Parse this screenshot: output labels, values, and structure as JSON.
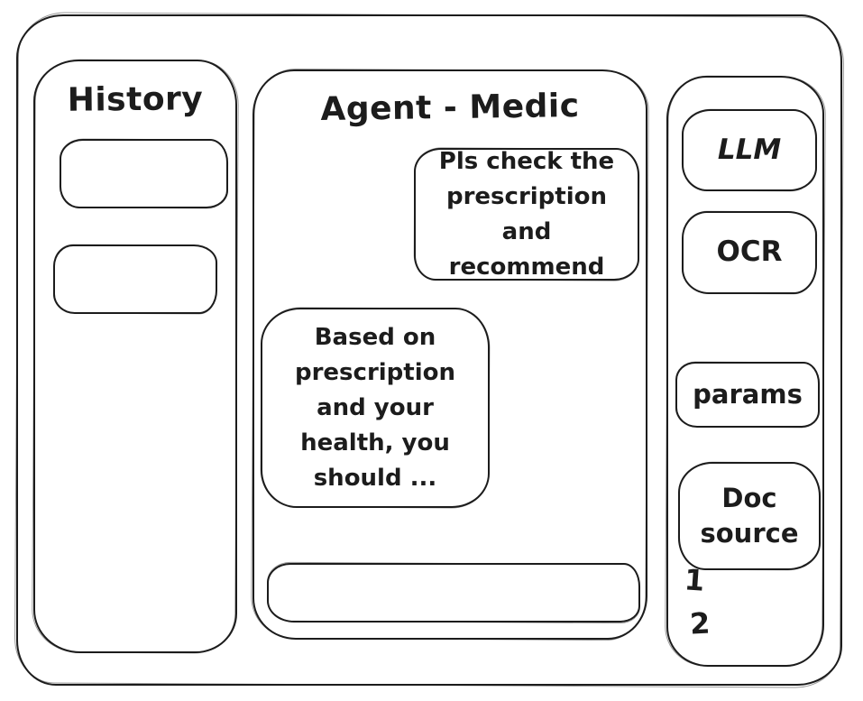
{
  "colors": {
    "ink": "#1c1c1c",
    "background": "#ffffff"
  },
  "history_panel": {
    "title": "History",
    "items": [
      {
        "label": ""
      },
      {
        "label": ""
      }
    ]
  },
  "chat_panel": {
    "title": "Agent - Medic",
    "messages": [
      {
        "role": "user",
        "text": "Pls check the prescription and recommend"
      },
      {
        "role": "assistant",
        "text": "Based on prescription and your health, you should ..."
      }
    ],
    "input": {
      "value": "",
      "placeholder": ""
    }
  },
  "tools_panel": {
    "buttons": [
      {
        "id": "llm",
        "label": "LLM"
      },
      {
        "id": "ocr",
        "label": "OCR"
      },
      {
        "id": "params",
        "label": "params"
      },
      {
        "id": "doc_source",
        "label": "Doc source"
      }
    ],
    "doc_source_items": [
      "1",
      "2"
    ]
  }
}
